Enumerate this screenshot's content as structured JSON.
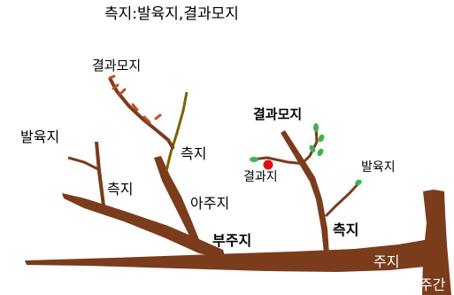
{
  "diagram": {
    "title": "측지:발육지,결과모지",
    "labels": {
      "fruiting_mother_left": "결과모지",
      "vegetative_left": "발육지",
      "lateral_upper": "측지",
      "lateral_lower_left": "측지",
      "subprimary": "아주지",
      "secondary_main": "부주지",
      "fruiting_mother_right": "결과모지",
      "fruiting_shoot": "결과지",
      "vegetative_right": "발육지",
      "lateral_right": "측지",
      "main_branch": "주지",
      "trunk": "주간"
    },
    "colors": {
      "wood": "#7b3c1c",
      "olive_shoot": "#806000",
      "bud_orange": "#c05020",
      "leaf": "#3cb44b",
      "fruit": "#e01010"
    }
  }
}
